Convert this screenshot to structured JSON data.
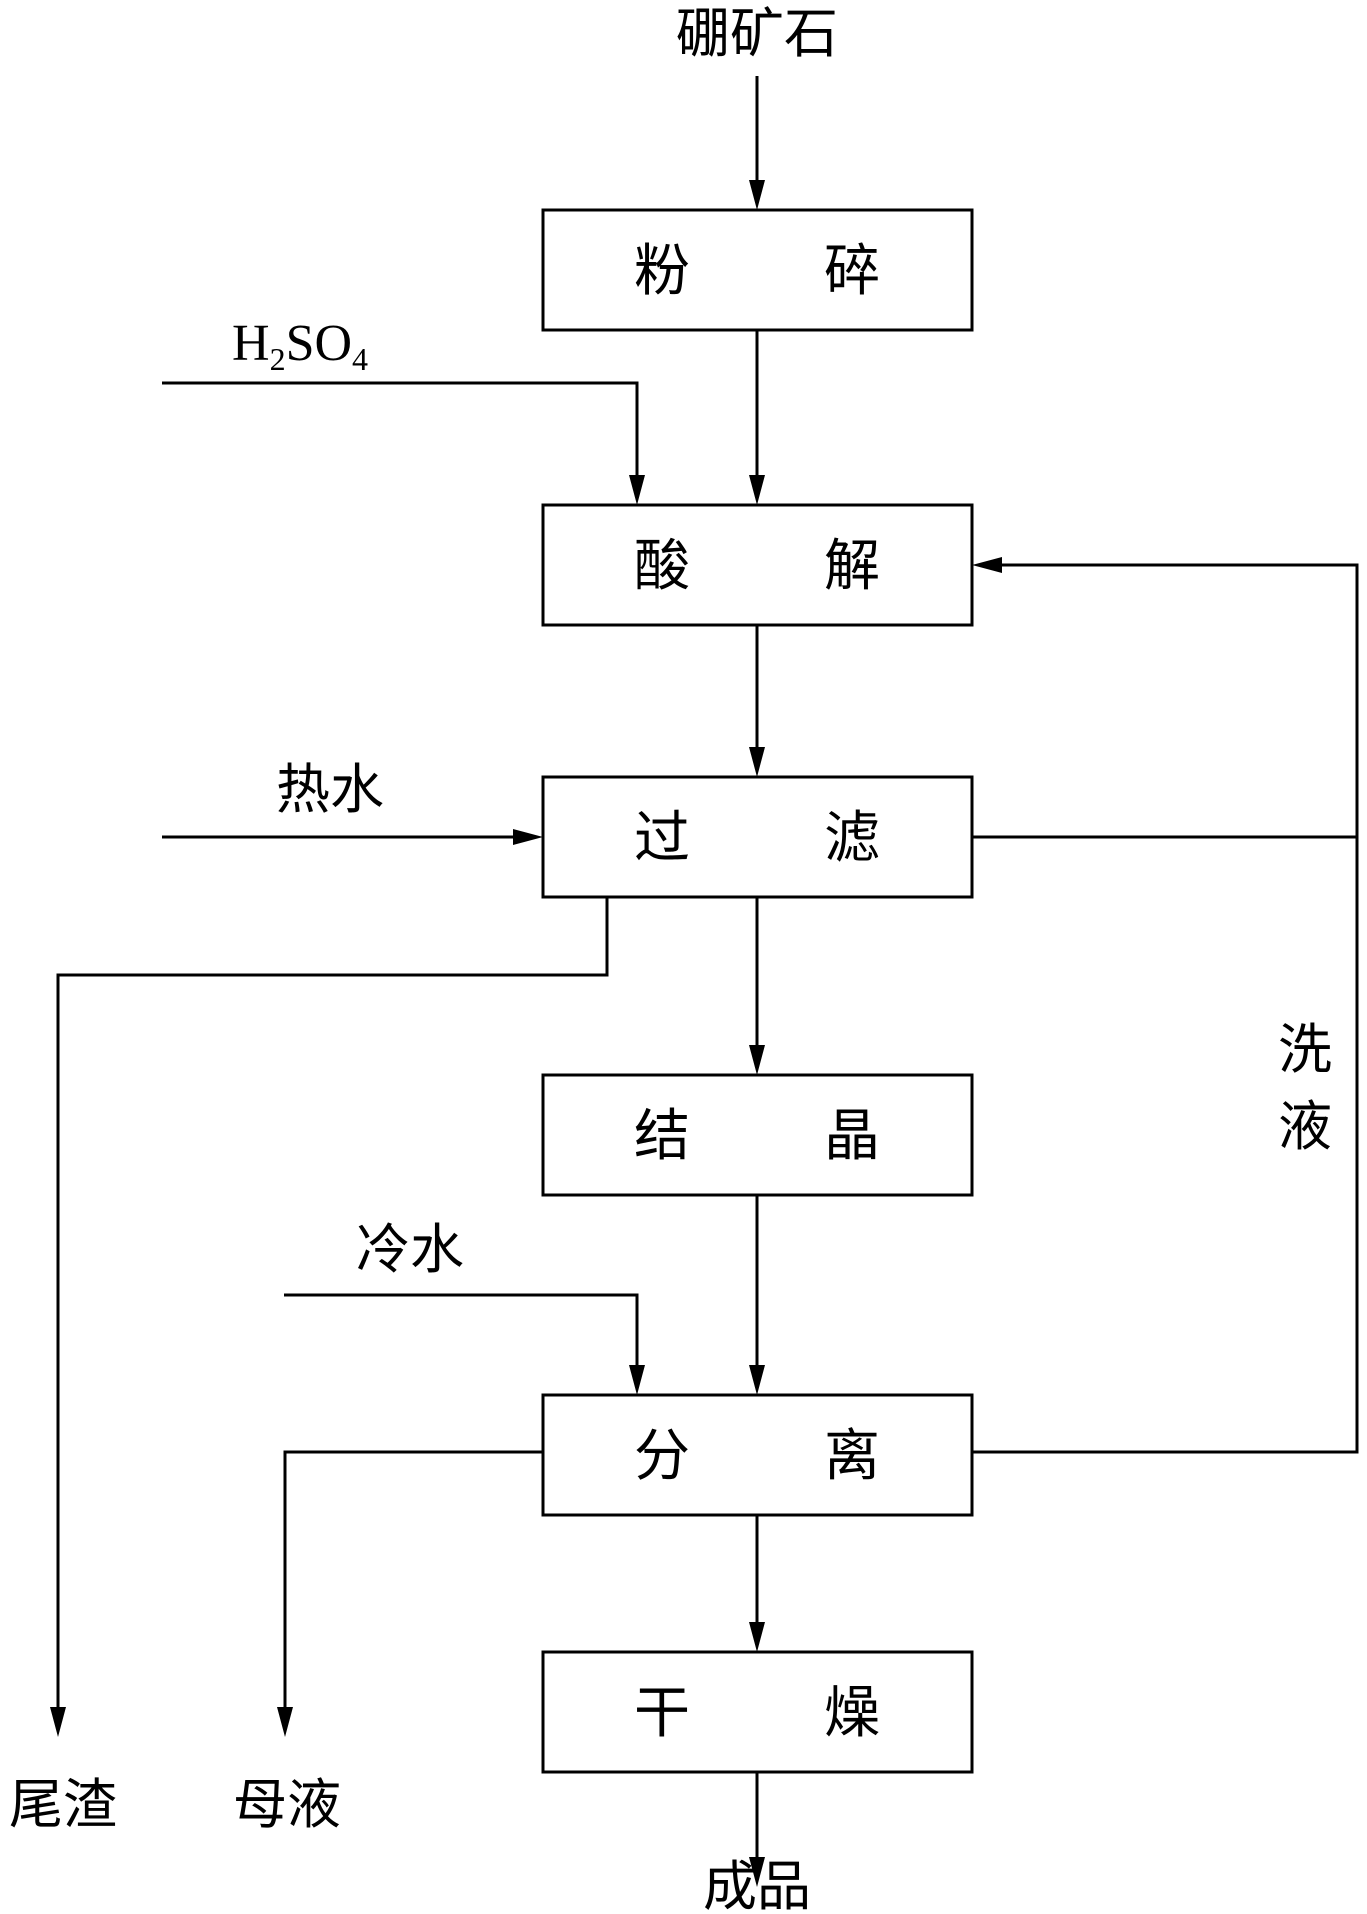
{
  "inputs": {
    "ore": "硼矿石",
    "acid": {
      "main1": "H",
      "sub1": "2",
      "main2": "SO",
      "sub2": "4"
    },
    "hot_water": "热水",
    "cold_water": "冷水"
  },
  "steps": [
    {
      "id": "crush",
      "left": "粉",
      "right": "碎"
    },
    {
      "id": "acid_leach",
      "left": "酸",
      "right": "解"
    },
    {
      "id": "filter",
      "left": "过",
      "right": "滤"
    },
    {
      "id": "crystallize",
      "left": "结",
      "right": "晶"
    },
    {
      "id": "separate",
      "left": "分",
      "right": "离"
    },
    {
      "id": "dry",
      "left": "干",
      "right": "燥"
    }
  ],
  "outputs": {
    "tailings": "尾渣",
    "mother_liquor": "母液",
    "product": "成品"
  },
  "recycle": {
    "wash_liquor_1": "洗",
    "wash_liquor_2": "液"
  }
}
